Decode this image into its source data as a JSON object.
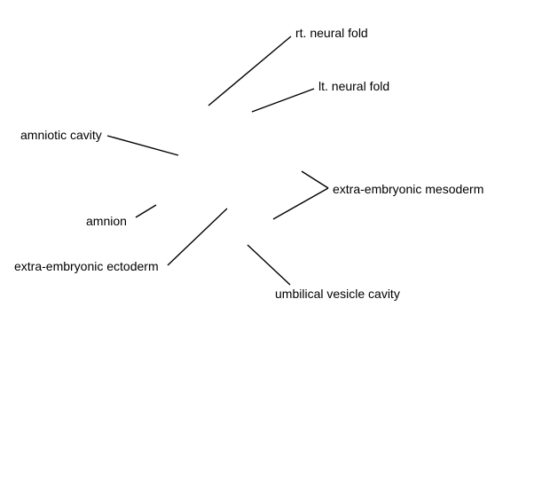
{
  "labels": {
    "rt_neural_fold": "rt. neural fold",
    "lt_neural_fold": "lt. neural fold",
    "amniotic_cavity": "amniotic cavity",
    "extra_embryonic_mesoderm": "extra-embryonic mesoderm",
    "amnion": "amnion",
    "extra_embryonic_ectoderm": "extra-embryonic ectoderm",
    "umbilical_vesicle_cavity": "umbilical vesicle cavity"
  },
  "colors": {
    "text": "#000000",
    "leader_line": "#000000",
    "background": "#ffffff"
  }
}
